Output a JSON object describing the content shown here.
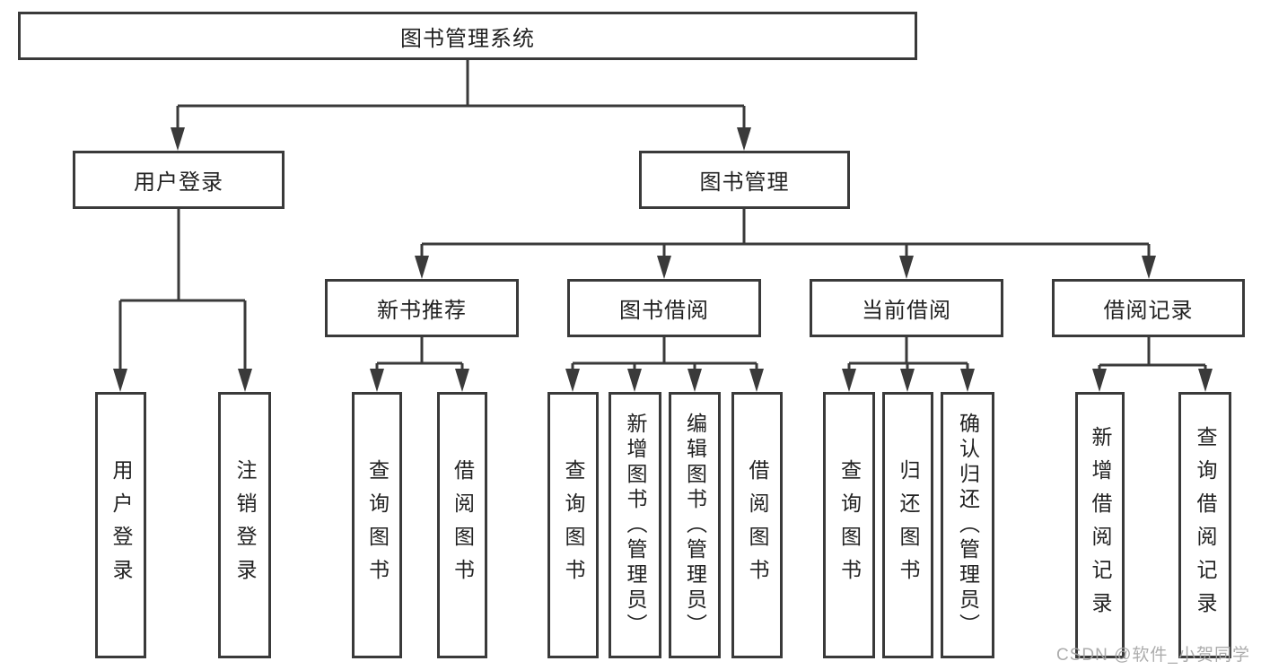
{
  "diagram": {
    "type": "hierarchy-tree",
    "orientation": "top-down"
  },
  "colors": {
    "line": "#3a3a3a",
    "box_border": "#3a3a3a",
    "box_background": "#ffffff",
    "text": "#222222",
    "watermark": "#a5a5a5",
    "page_background": "#ffffff"
  },
  "tree": {
    "label": "图书管理系统",
    "children": [
      {
        "label": "用户登录",
        "children": [
          {
            "label": "用户登录"
          },
          {
            "label": "注销登录"
          }
        ]
      },
      {
        "label": "图书管理",
        "children": [
          {
            "label": "新书推荐",
            "children": [
              {
                "label": "查询图书"
              },
              {
                "label": "借阅图书"
              }
            ]
          },
          {
            "label": "图书借阅",
            "children": [
              {
                "label": "查询图书"
              },
              {
                "label": "新增图书（管理员）"
              },
              {
                "label": "编辑图书（管理员）"
              },
              {
                "label": "借阅图书"
              }
            ]
          },
          {
            "label": "当前借阅",
            "children": [
              {
                "label": "查询图书"
              },
              {
                "label": "归还图书"
              },
              {
                "label": "确认归还（管理员）"
              }
            ]
          },
          {
            "label": "借阅记录",
            "children": [
              {
                "label": "新增借阅记录"
              },
              {
                "label": "查询借阅记录"
              }
            ]
          }
        ]
      }
    ]
  },
  "watermark": {
    "text": "CSDN @软件_小贺同学"
  }
}
